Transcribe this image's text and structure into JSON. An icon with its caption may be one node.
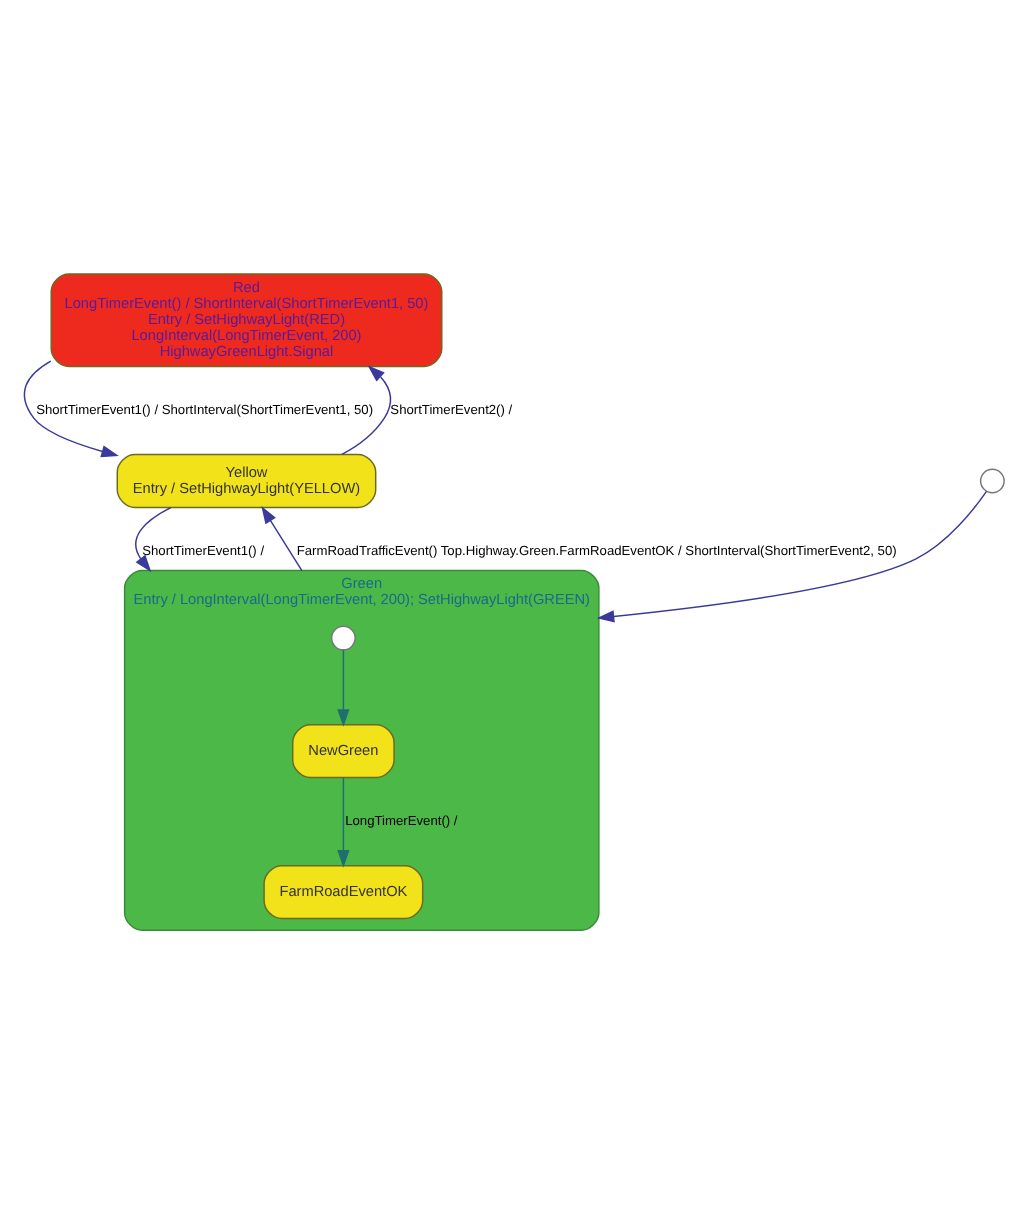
{
  "diagram": {
    "nodes": [
      {
        "text": [
          "Red",
          "LongTimerEvent() / ShortInterval(ShortTimerEvent1, 50)",
          "Entry / SetHighwayLight(RED)",
          "LongInterval(LongTimerEvent, 200)",
          "HighwayGreenLight.Signal"
        ]
      },
      {
        "text": [
          "Yellow",
          "Entry / SetHighwayLight(YELLOW)"
        ]
      },
      {
        "text": [
          "Green",
          "Entry / LongInterval(LongTimerEvent, 200); SetHighwayLight(GREEN)"
        ]
      },
      {
        "text": [],
        "shape": "circle",
        "in": 2
      },
      {
        "text": [
          "FarmRoadEventOK"
        ],
        "in": 2
      },
      {
        "text": [
          "NewGreen"
        ],
        "in": 2
      },
      {
        "text": [],
        "shape": "circle"
      }
    ],
    "edges": [
      {
        "from": 0,
        "to": 1,
        "arrow": "to",
        "label": "ShortTimerEvent1() / ShortInterval(ShortTimerEvent1, 50)"
      },
      {
        "from": 1,
        "to": 0,
        "arrow": "to",
        "label": "ShortTimerEvent2() /"
      },
      {
        "from": 1,
        "to": 2,
        "arrow": "to",
        "label": "ShortTimerEvent1() /"
      },
      {
        "from": 2,
        "to": 1,
        "arrow": "to",
        "label": "FarmRoadTrafficEvent() Top.Highway.Green.FarmRoadEventOK / ShortInterval(ShortTimerEvent2, 50)"
      },
      {
        "from": 3,
        "to": 5,
        "arrow": "to",
        "color": "#1f6f6f"
      },
      {
        "from": 5,
        "to": 4,
        "arrow": "to",
        "label": "LongTimerEvent() /",
        "color": "#1f6f6f"
      },
      {
        "from": 6,
        "to": 2,
        "arrow": "to"
      }
    ]
  }
}
